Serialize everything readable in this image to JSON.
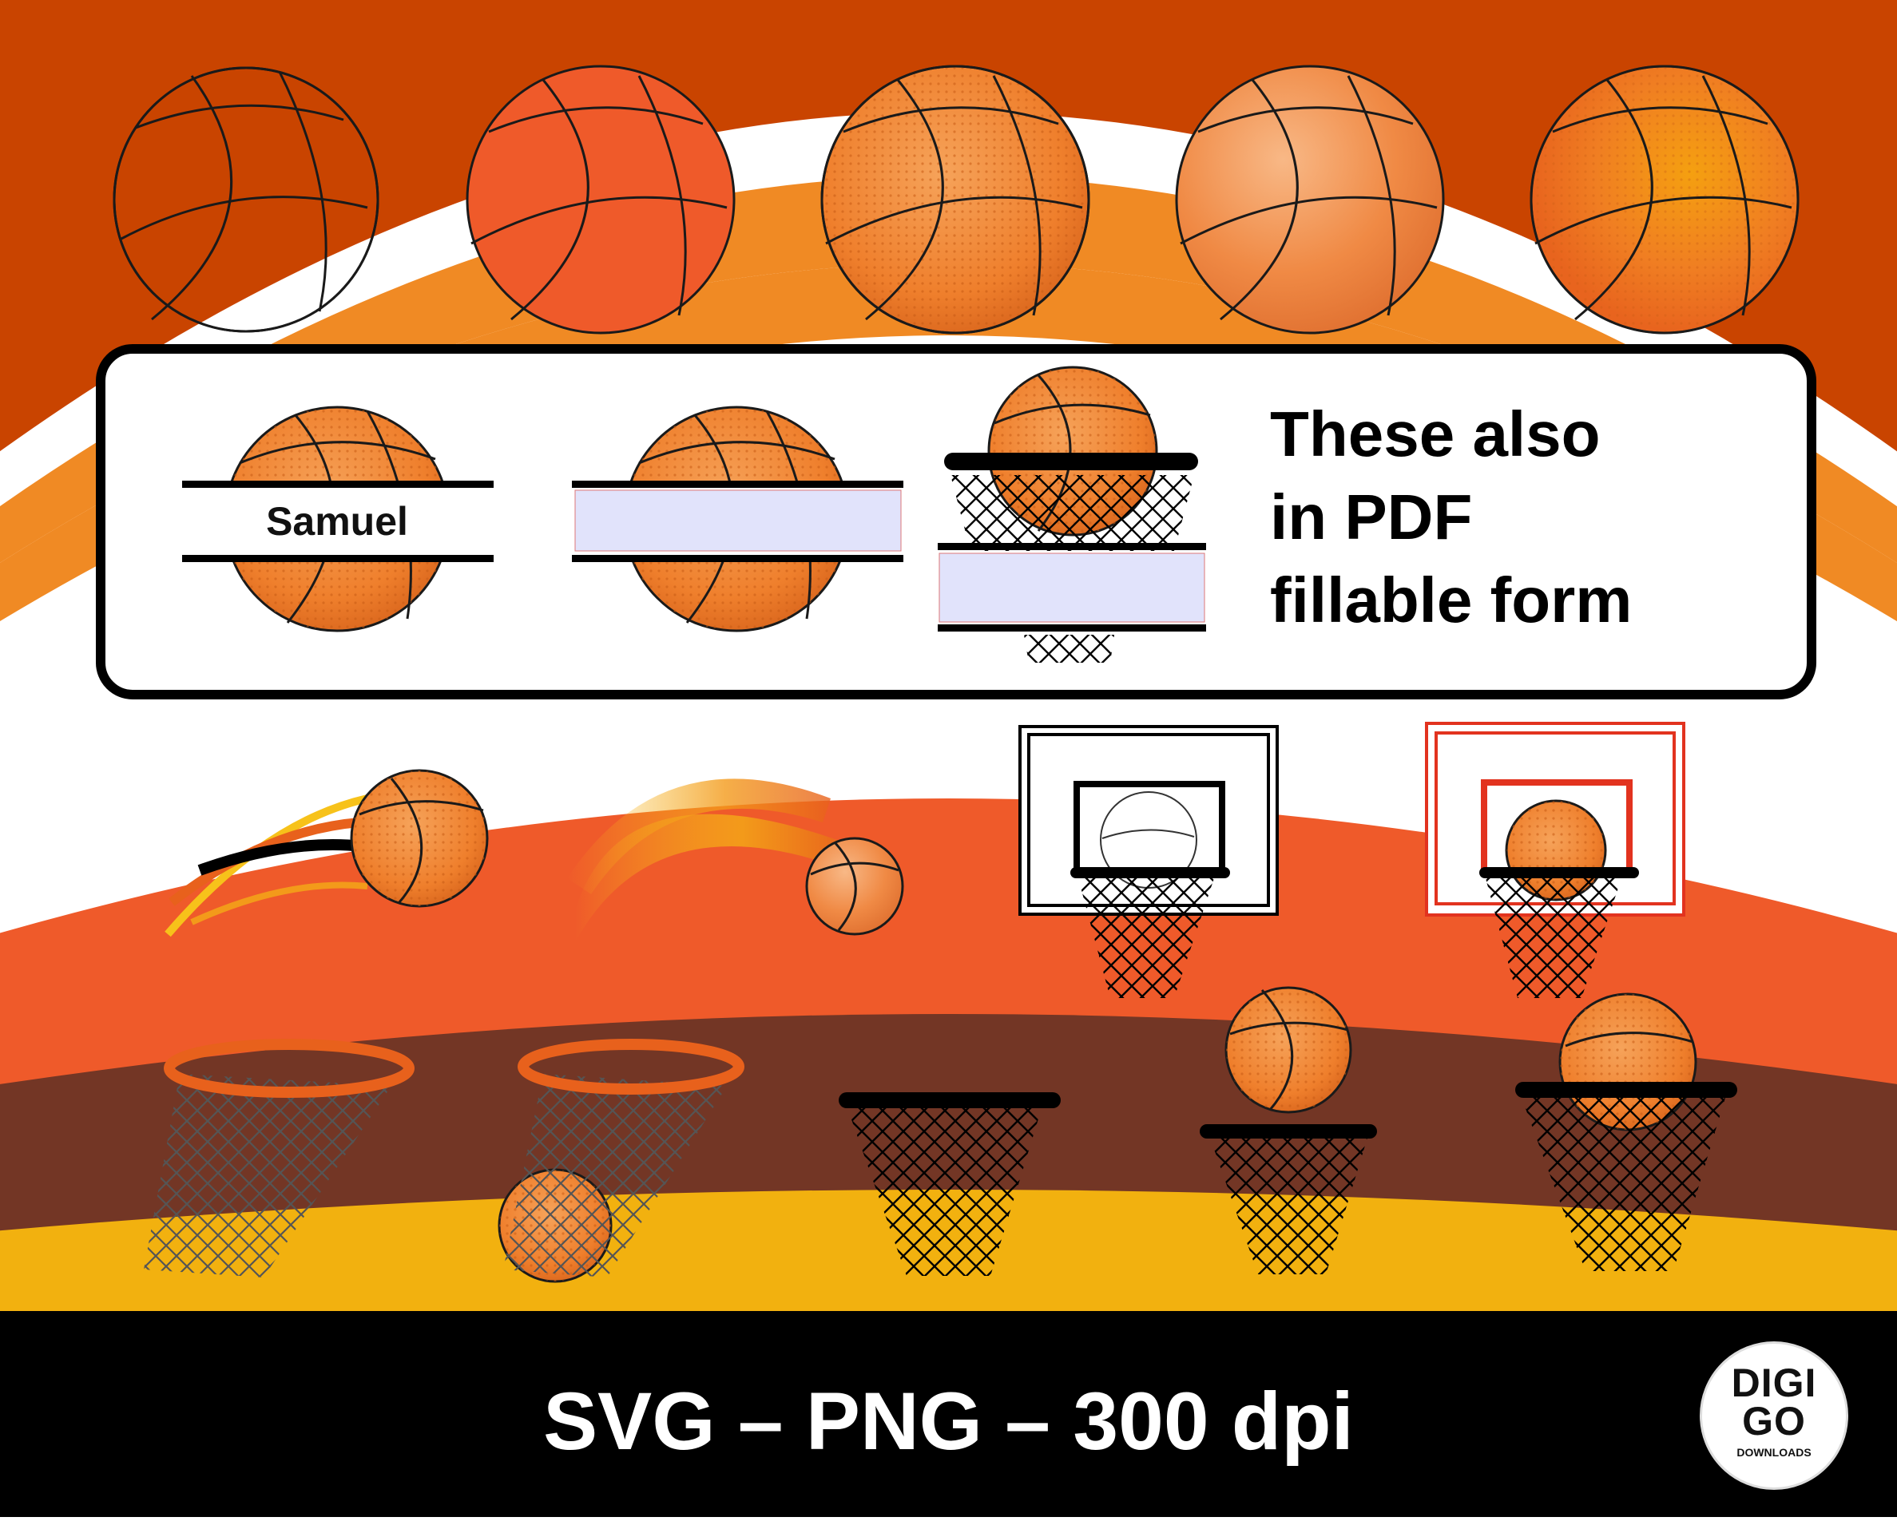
{
  "banner": {
    "heading_lines": [
      "These also",
      "in PDF",
      "fillable form"
    ],
    "sample_name": "Samuel",
    "footer": "SVG – PNG – 300 dpi"
  },
  "logo": {
    "line1": "DIGI",
    "line2": "GO",
    "line3": "DOWNLOADS"
  },
  "colors": {
    "rust": "#c94400",
    "orange": "#f08a24",
    "coral": "#ef5a2a",
    "brown": "#733625",
    "gold": "#f2b10f",
    "ball": "#f28a30",
    "ball_dark": "#e06a1c",
    "form_field": "#e1e3fb",
    "black": "#000000"
  }
}
